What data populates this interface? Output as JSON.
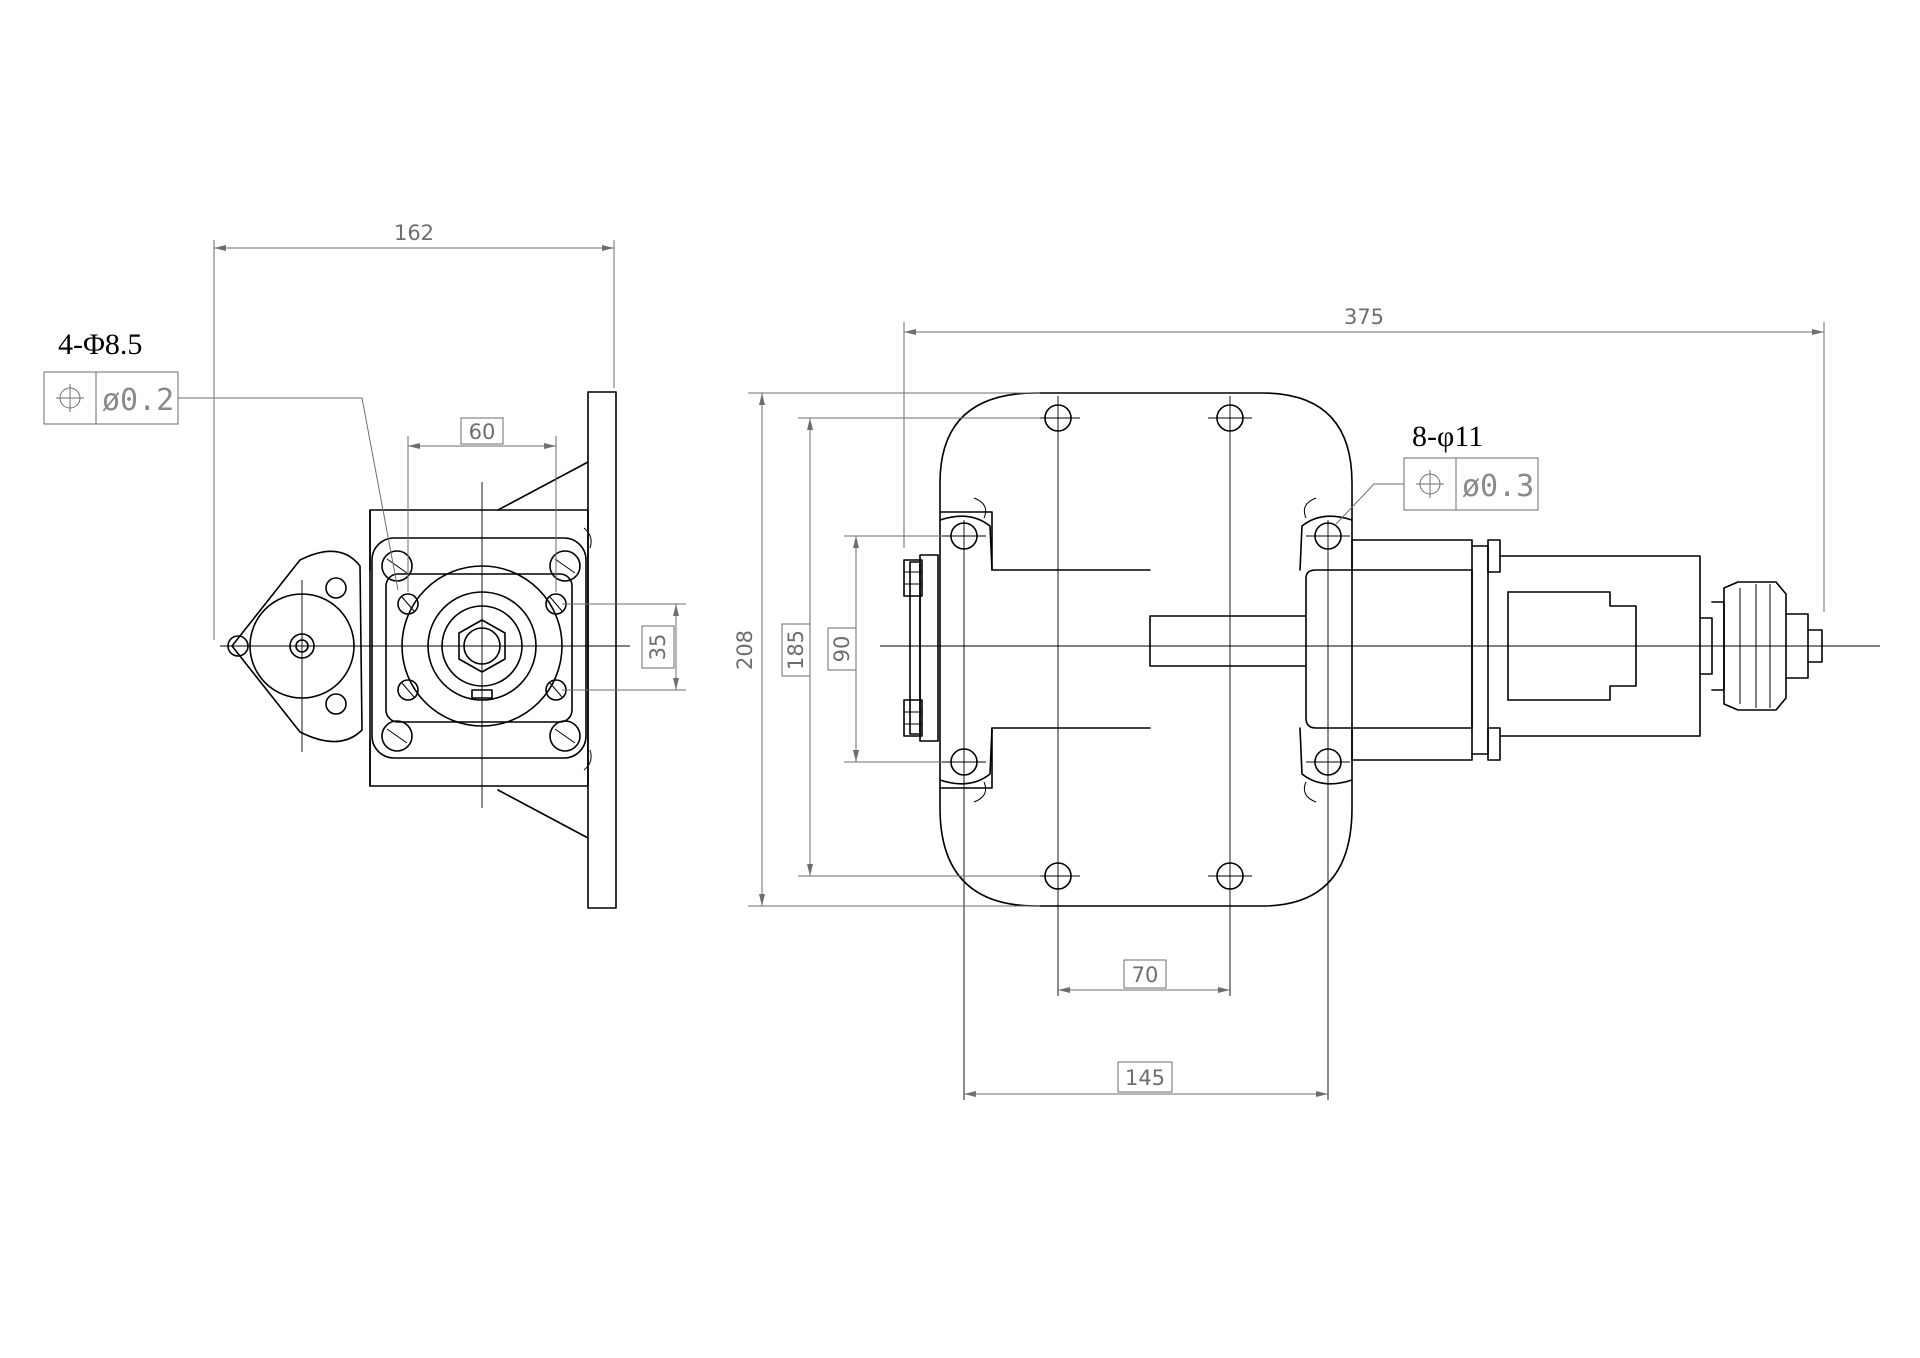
{
  "dimensions": {
    "side_width": "162",
    "flange_hole_spacing": "60",
    "shaft_offset": "35",
    "total_length": "375",
    "height_overall": "208",
    "hole_spacing_vertical": "185",
    "front_flange_span": "90",
    "hole_spacing_horizontal": "70",
    "base_hole_spacing": "145"
  },
  "callouts": {
    "small_holes": {
      "label": "4-Φ8.5",
      "position_symbol": "⌖",
      "tolerance": "ø0.2"
    },
    "large_holes": {
      "label": "8-φ11",
      "position_symbol": "⌖",
      "tolerance": "ø0.3"
    }
  },
  "colors": {
    "line": "#000000",
    "dimension": "#6e6e6e",
    "background": "#ffffff"
  }
}
